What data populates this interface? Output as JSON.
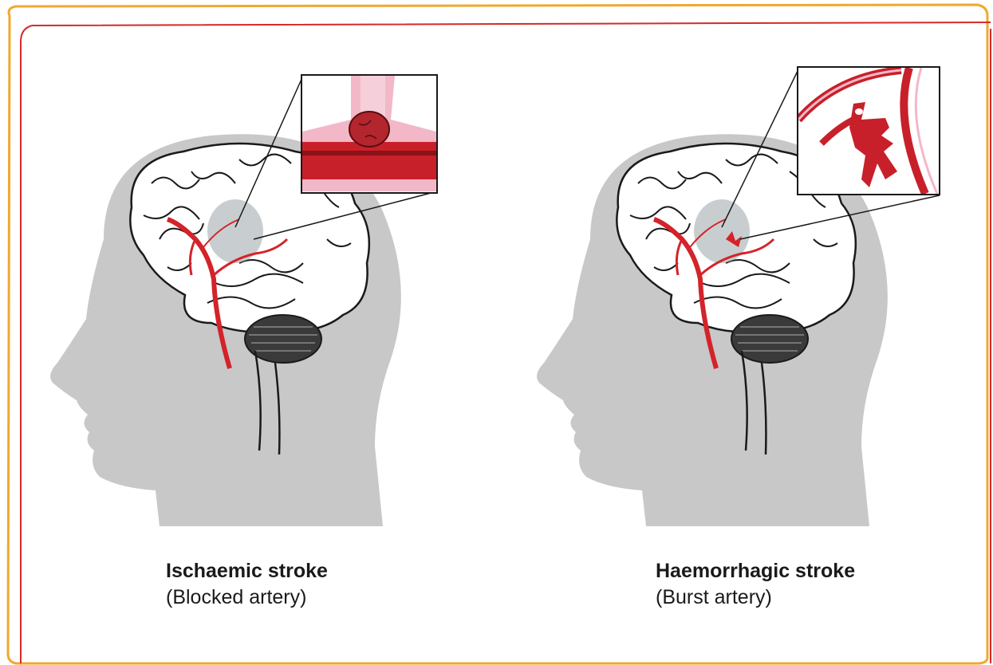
{
  "colors": {
    "frame_outer": "#f0a830",
    "frame_inner": "#d42a2a",
    "head_silhouette": "#c8c8c8",
    "artery": "#d4232a",
    "vessel_pink": "#f2b8c8",
    "clot": "#b3262e"
  },
  "panels": [
    {
      "title": "Ischaemic stroke",
      "subtitle": "(Blocked artery)",
      "inset_icon": "blocked-artery-clot-icon"
    },
    {
      "title": "Haemorrhagic stroke",
      "subtitle": "(Burst artery)",
      "inset_icon": "burst-artery-bleed-icon"
    }
  ]
}
